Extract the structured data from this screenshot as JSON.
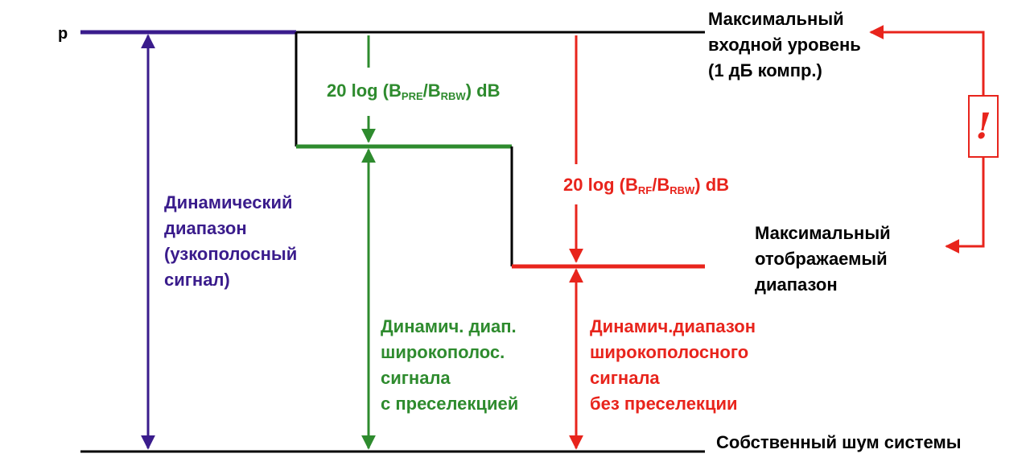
{
  "colors": {
    "purple": "#3a1c8c",
    "green": "#2e8b2e",
    "red": "#e8241c",
    "black": "#000000"
  },
  "labels": {
    "p": "p",
    "max_input": [
      "Максимальный",
      "входной уровень",
      "(1 дБ компр.)"
    ],
    "max_display": [
      "Максимальный",
      "отображаемый",
      "диапазон"
    ],
    "noise_floor": "Собственный шум системы",
    "narrowband": [
      "Динамический",
      "диапазон",
      "(узкополосный",
      "сигнал)"
    ],
    "preselect": [
      "Динамич. диап.",
      "широкополос.",
      "сигнала",
      "с преселекцией"
    ],
    "no_preselect": [
      "Динамич.диапазон",
      "широкополосного",
      "сигнала",
      "без преселекции"
    ],
    "warning": "!"
  },
  "formulas": {
    "pre": {
      "prefix": "20 log (B",
      "sub1": "PRE",
      "mid": "/B",
      "sub2": "RBW",
      "suffix": ") dB"
    },
    "rf": {
      "prefix": "20 log (B",
      "sub1": "RF",
      "mid": "/B",
      "sub2": "RBW",
      "suffix": ") dB"
    }
  }
}
